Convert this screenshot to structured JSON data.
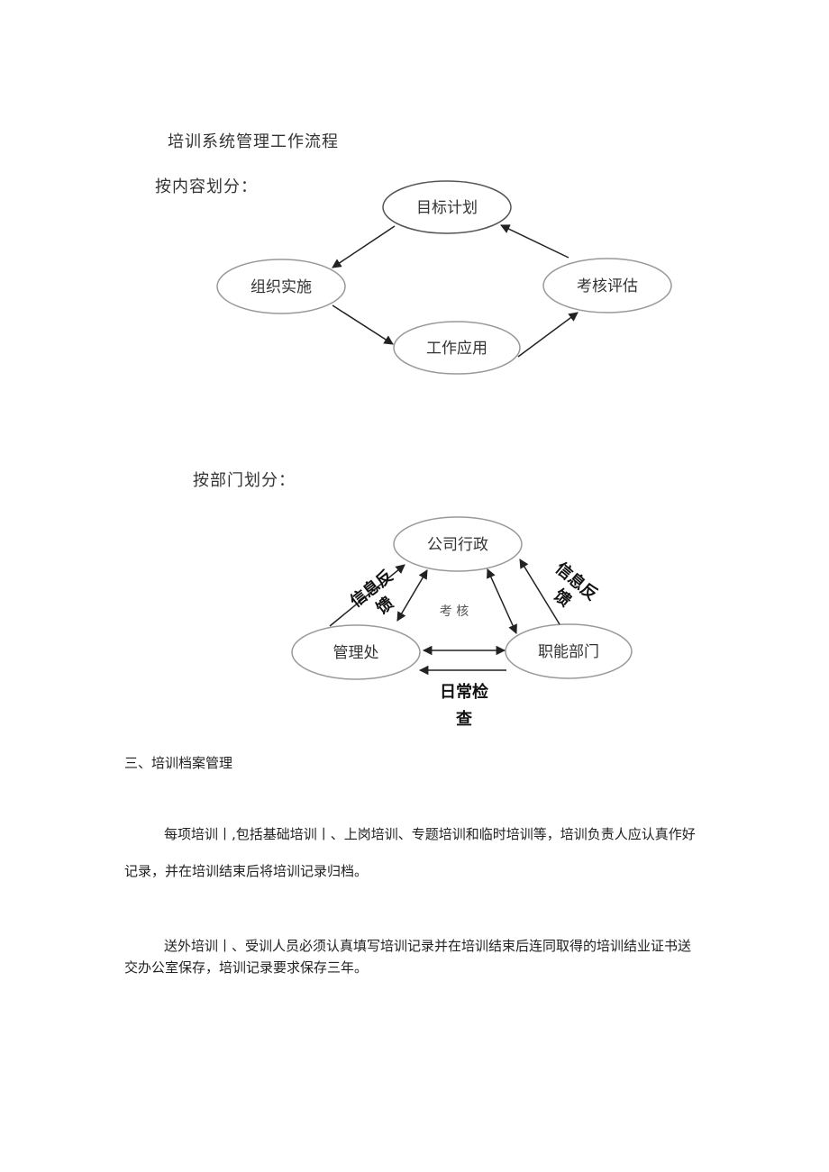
{
  "diagram": {
    "title": "培训系统管理工作流程",
    "section1_label": "按内容划分：",
    "cycle_nodes": [
      "目标计划",
      "组织实施",
      "工作应用",
      "考核评估"
    ],
    "section2_label": "按部门划分：",
    "dept_nodes": [
      "公司行政",
      "管理处",
      "职能部门"
    ],
    "left_feedback_label": [
      "信息反",
      "馈"
    ],
    "right_feedback_label": [
      "信息反",
      "馈"
    ],
    "center_label": "考 核",
    "bottom_label": [
      "日常检",
      "查"
    ]
  },
  "section": {
    "heading": "三、培训档案管理",
    "paragraph1": [
      "每项培训丨,包括基础培训丨、上岗培训、专题培训和临时培训等，培训负责人应认真作好",
      "记录，并在培训结束后将培训记录归档。"
    ],
    "paragraph2": [
      "送外培训丨、受训人员必须认真填写培训记录并在培训结束后连同取得的培训结业证书送",
      "交办公室保存，培训记录要求保存三年。"
    ]
  }
}
